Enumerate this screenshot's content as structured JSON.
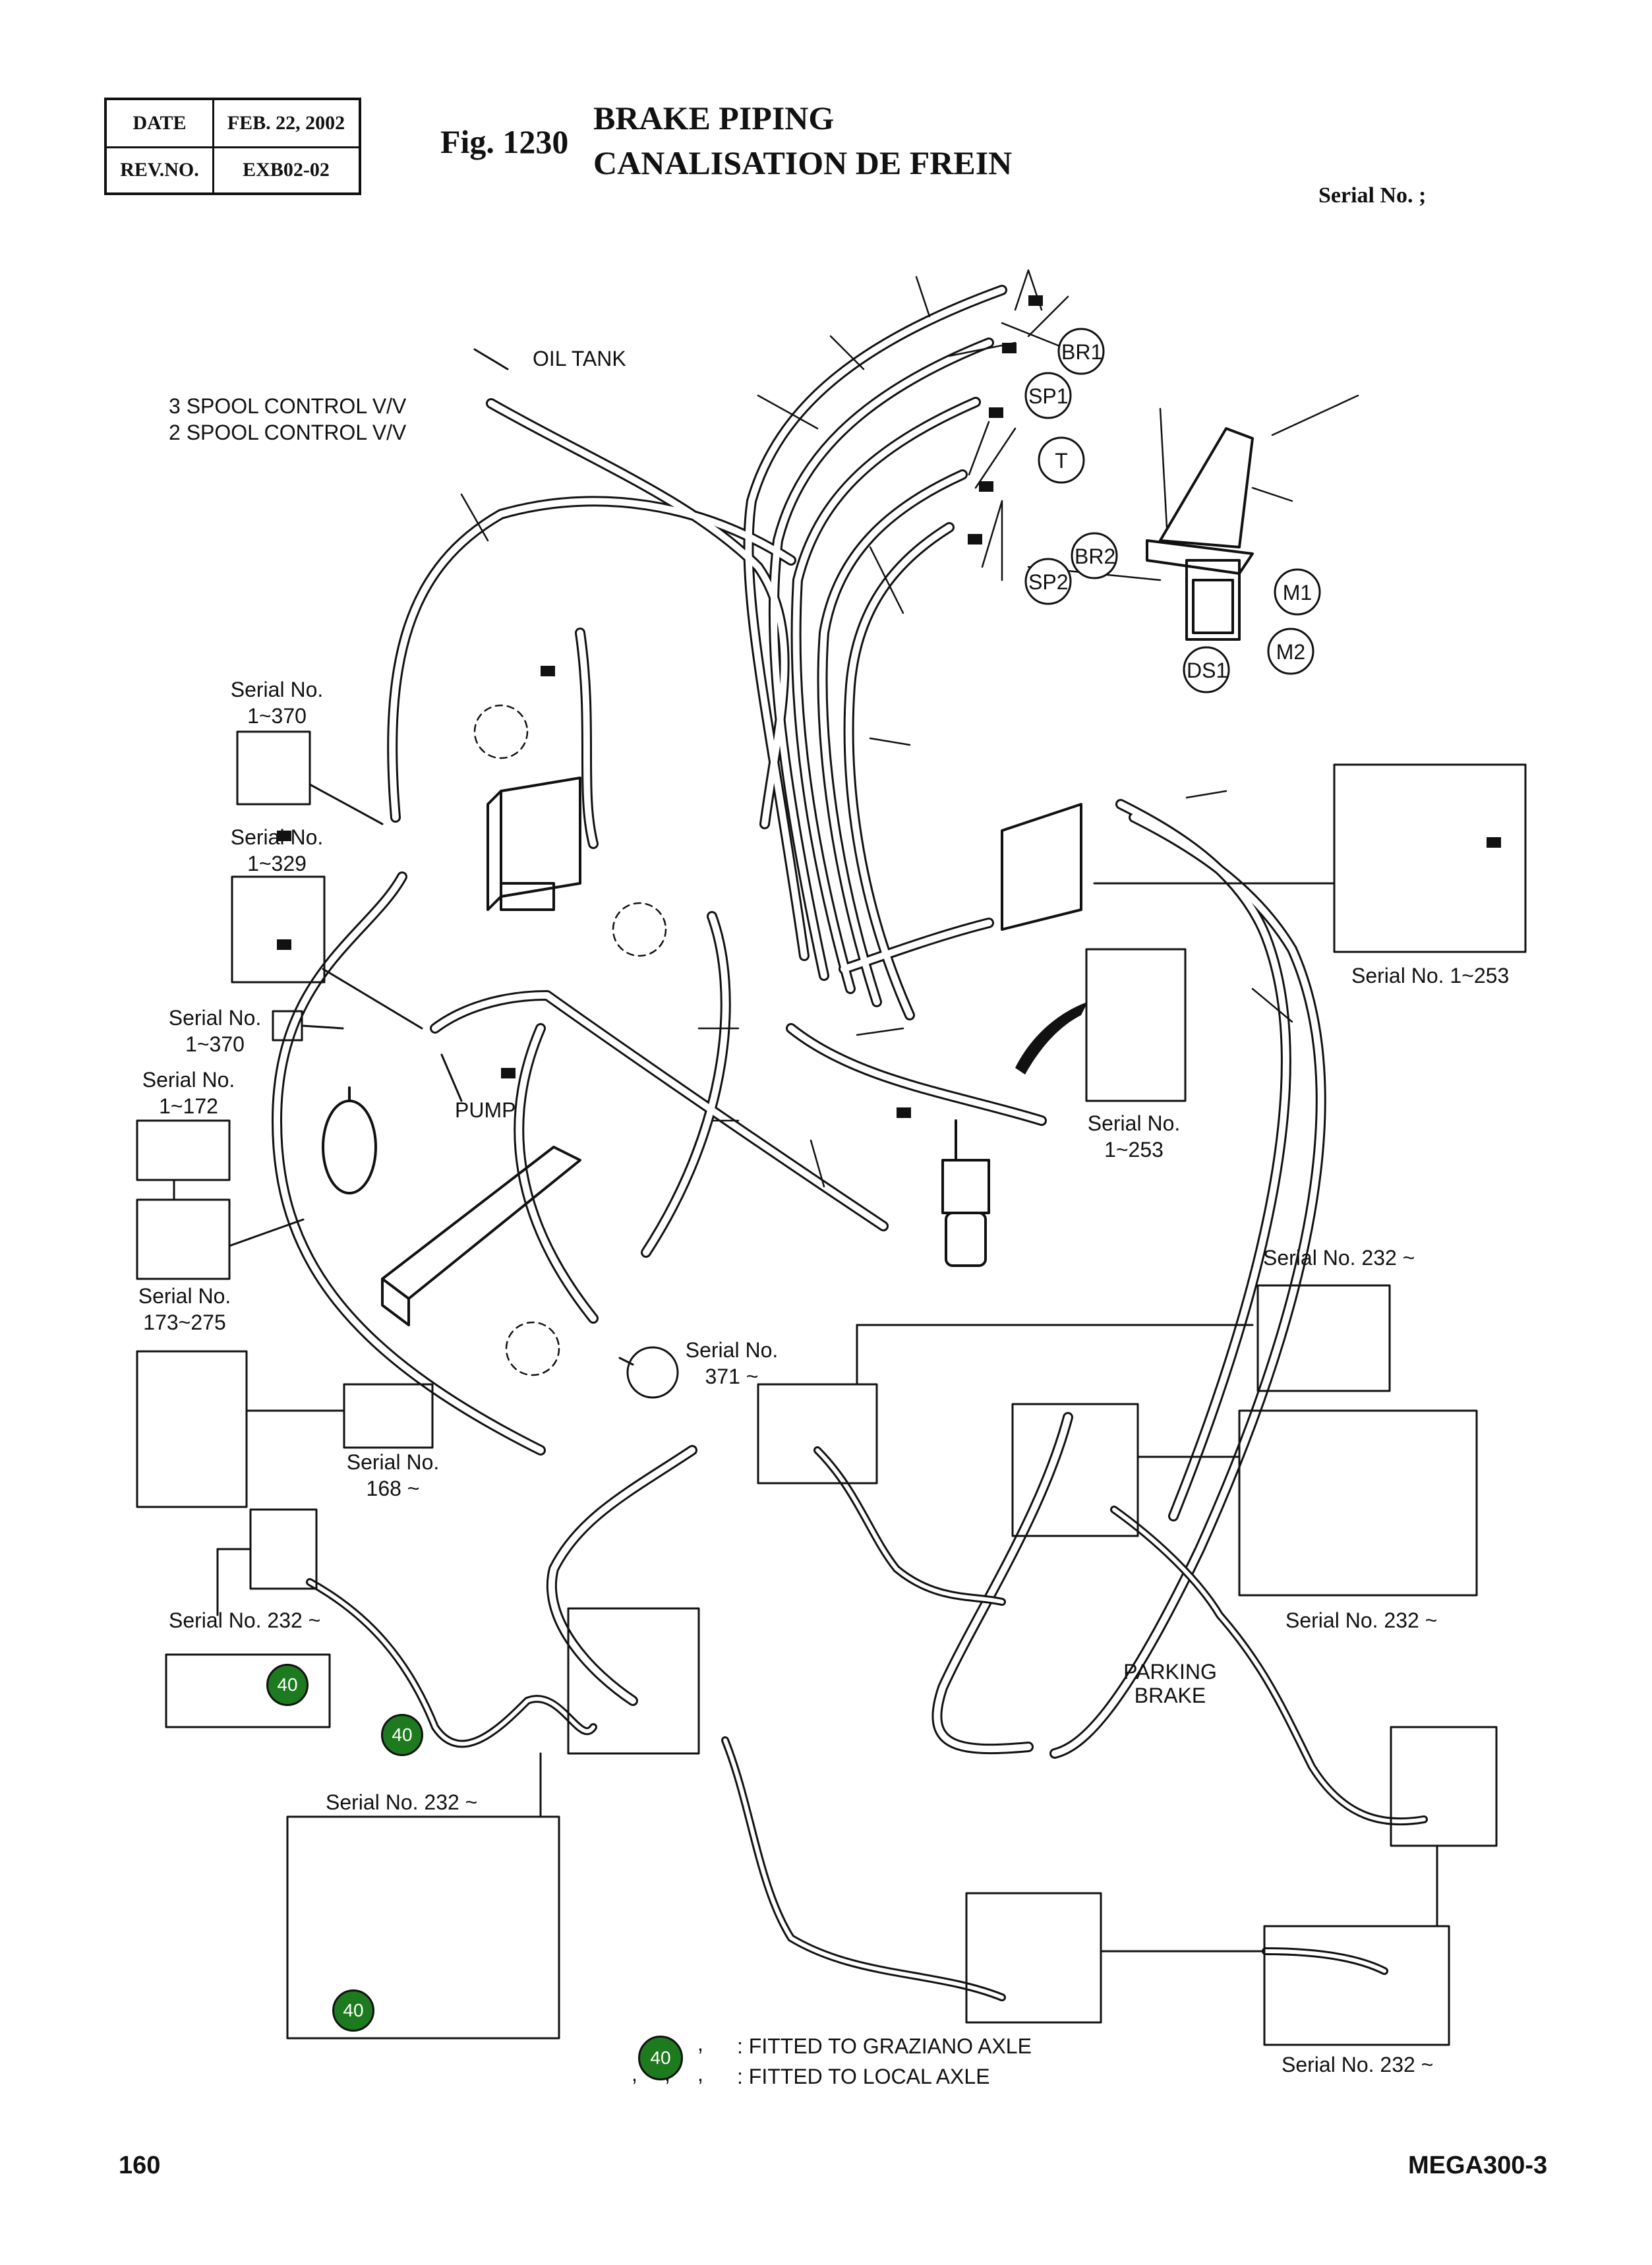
{
  "header": {
    "date_label": "DATE",
    "date_value": "FEB. 22, 2002",
    "rev_label": "REV.NO.",
    "rev_value": "EXB02-02",
    "fig_label": "Fig. 1230",
    "title_en": "BRAKE PIPING",
    "title_fr": "CANALISATION DE FREIN",
    "serial_header": "Serial No. ;"
  },
  "labels": {
    "oil_tank": "OIL TANK",
    "spool3": "3 SPOOL CONTROL V/V",
    "spool2": "2 SPOOL CONTROL V/V",
    "pump": "PUMP",
    "parking_brake_1": "PARKING",
    "parking_brake_2": "BRAKE"
  },
  "ports": [
    "BR1",
    "SP1",
    "T",
    "BR2",
    "SP2",
    "M1",
    "M2",
    "DS1"
  ],
  "serial_notes": {
    "s1": {
      "line1": "Serial No.",
      "line2": "1~370"
    },
    "s2": {
      "line1": "Serial No.",
      "line2": "1~329"
    },
    "s3": {
      "line1": "Serial No.",
      "line2": "1~370"
    },
    "s4": {
      "line1": "Serial No.",
      "line2": "1~172"
    },
    "s5": {
      "line1": "Serial No.",
      "line2": "173~275"
    },
    "s6": {
      "line1": "Serial No.",
      "line2": "168 ~"
    },
    "s7": {
      "line1": "Serial No.",
      "line2": "371 ~"
    },
    "s8": "Serial No. 1~253",
    "s9": {
      "line1": "Serial No.",
      "line2": "1~253"
    },
    "s10": "Serial No. 232 ~",
    "s11": "Serial No. 232 ~",
    "s12": "Serial No. 232 ~",
    "s13": "Serial No. 232 ~",
    "s14": "Serial No. 232 ~"
  },
  "legend": {
    "badge_number": "40",
    "item1": ": FITTED TO GRAZIANO AXLE",
    "item2": ": FITTED TO  LOCAL AXLE",
    "comma": ","
  },
  "footer": {
    "page_number": "160",
    "model": "MEGA300-3"
  },
  "colors": {
    "ink": "#111111",
    "badge_green": "#1e7a1e"
  }
}
